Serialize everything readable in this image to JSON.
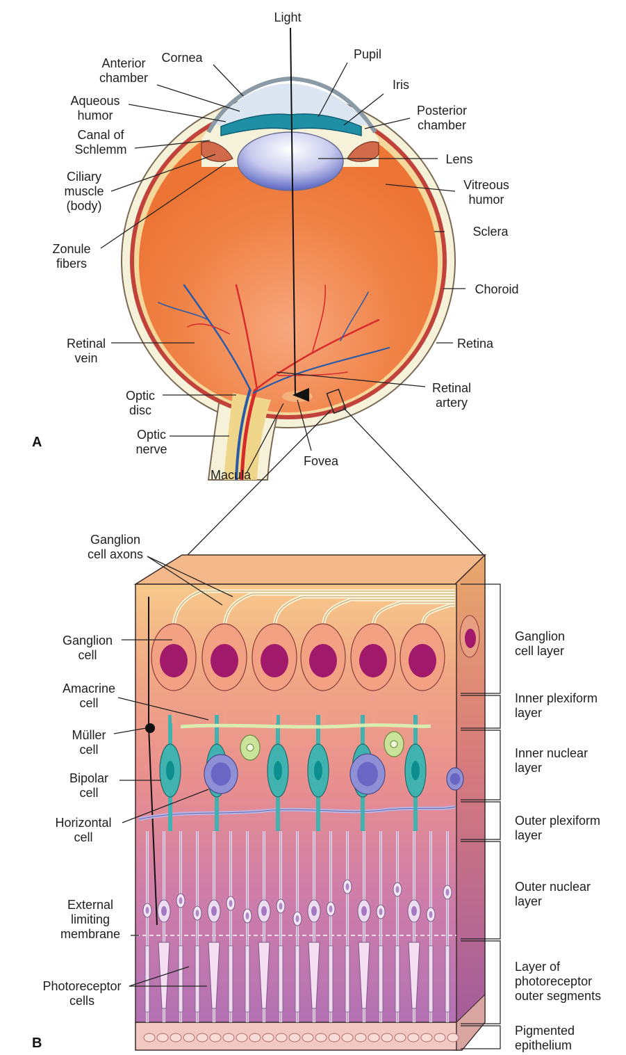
{
  "panels": {
    "a": "A",
    "b": "B"
  },
  "eye_labels": {
    "light": "Light",
    "anterior": [
      "Anterior",
      "chamber"
    ],
    "cornea": "Cornea",
    "pupil": "Pupil",
    "iris": "Iris",
    "aqueous": [
      "Aqueous",
      "humor"
    ],
    "posterior": [
      "Posterior",
      "chamber"
    ],
    "canal": [
      "Canal of",
      "Schlemm"
    ],
    "lens": "Lens",
    "ciliary": [
      "Ciliary",
      "muscle",
      "(body)"
    ],
    "vitreous": [
      "Vitreous",
      "humor"
    ],
    "sclera": "Sclera",
    "zonule": [
      "Zonule",
      "fibers"
    ],
    "choroid": "Choroid",
    "retinal_vein": [
      "Retinal",
      "vein"
    ],
    "retina": "Retina",
    "optic_disc": [
      "Optic",
      "disc"
    ],
    "retinal_artery": [
      "Retinal",
      "artery"
    ],
    "optic_nerve": [
      "Optic",
      "nerve"
    ],
    "fovea": "Fovea",
    "macula": "Macula"
  },
  "retina_left_labels": {
    "ganglion_axons": [
      "Ganglion",
      "cell axons"
    ],
    "ganglion_cell": [
      "Ganglion",
      "cell"
    ],
    "amacrine": [
      "Amacrine",
      "cell"
    ],
    "muller": [
      "Müller",
      "cell"
    ],
    "bipolar": [
      "Bipolar",
      "cell"
    ],
    "horizontal": [
      "Horizontal",
      "cell"
    ],
    "elm": [
      "External",
      "limiting",
      "membrane"
    ],
    "photoreceptor": [
      "Photoreceptor",
      "cells"
    ]
  },
  "retina_layers": [
    [
      "Ganglion",
      "cell layer"
    ],
    [
      "Inner plexiform",
      "layer"
    ],
    [
      "Inner nuclear",
      "layer"
    ],
    [
      "Outer plexiform",
      "layer"
    ],
    [
      "Outer nuclear",
      "layer"
    ],
    [
      "Layer of",
      "photoreceptor",
      "outer segments"
    ],
    [
      "Pigmented",
      "epithelium"
    ]
  ],
  "colors": {
    "vitreous": "#ef7a3c",
    "sclera": "#f6f1d9",
    "iris": "#1f8fa6",
    "lens": "#6f7ec9",
    "ganglion_nucleus": "#a0196b",
    "bipolar": "#40b3b0",
    "horizontal": "#8f8fd6",
    "amacrine": "#c9e39a",
    "pigment": "#f2c9c2"
  }
}
